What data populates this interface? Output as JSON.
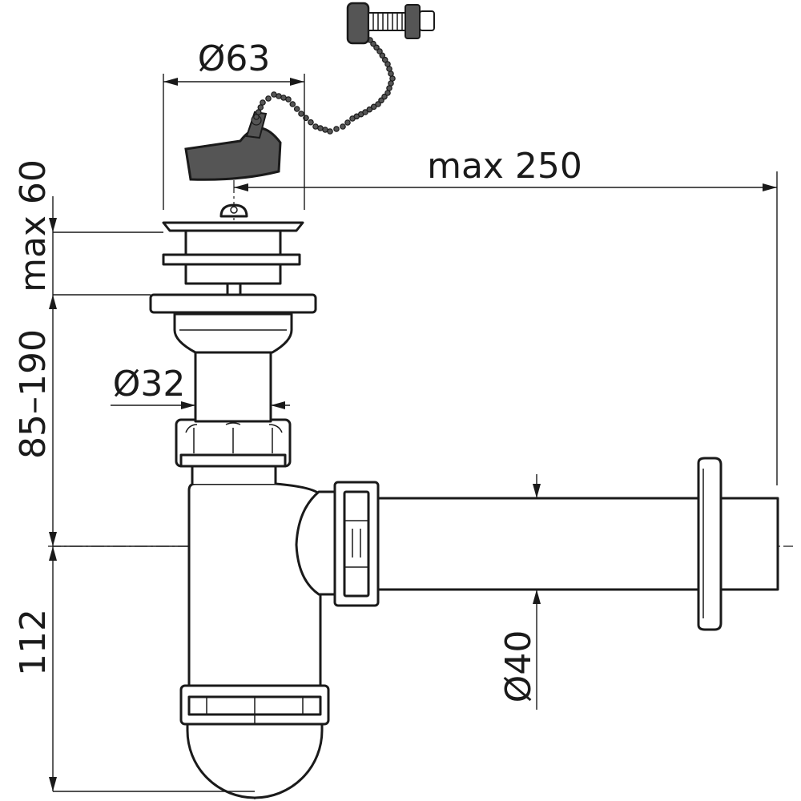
{
  "dimensions": {
    "outlet_diameter": "Ø63",
    "max_horizontal": "max 250",
    "max_vertical_top": "max 60",
    "height_range": "85–190",
    "inlet_diameter": "Ø32",
    "bottom_height": "112",
    "outlet_pipe_diameter": "Ø40"
  },
  "colors": {
    "line": "#1a1a1a",
    "plug": "#555555",
    "background": "#ffffff"
  }
}
